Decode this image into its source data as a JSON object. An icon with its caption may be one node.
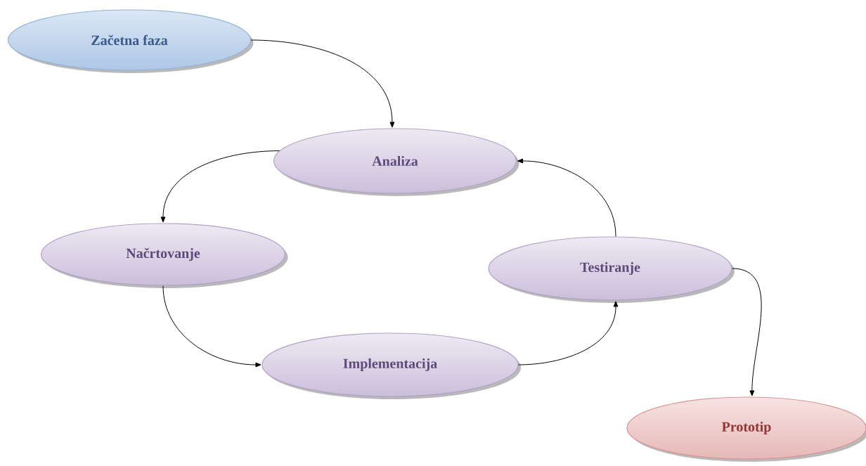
{
  "diagram": {
    "nodes": [
      {
        "text": [
          "Začetna faza"
        ]
      },
      {
        "text": [
          "Analiza"
        ]
      },
      {
        "text": [
          "Načrtovanje"
        ]
      },
      {
        "text": [
          "Implementacija"
        ]
      },
      {
        "text": [
          "Testiranje"
        ]
      },
      {
        "text": [
          "Prototip"
        ]
      }
    ],
    "edges": [
      {
        "from": 0,
        "to": 1,
        "arrow": "to"
      },
      {
        "from": 1,
        "to": 2,
        "arrow": "to"
      },
      {
        "from": 2,
        "to": 3,
        "arrow": "to"
      },
      {
        "from": 3,
        "to": 4,
        "arrow": "to"
      },
      {
        "from": 4,
        "to": 1,
        "arrow": "to"
      },
      {
        "from": 4,
        "to": 5,
        "arrow": "to"
      }
    ]
  }
}
